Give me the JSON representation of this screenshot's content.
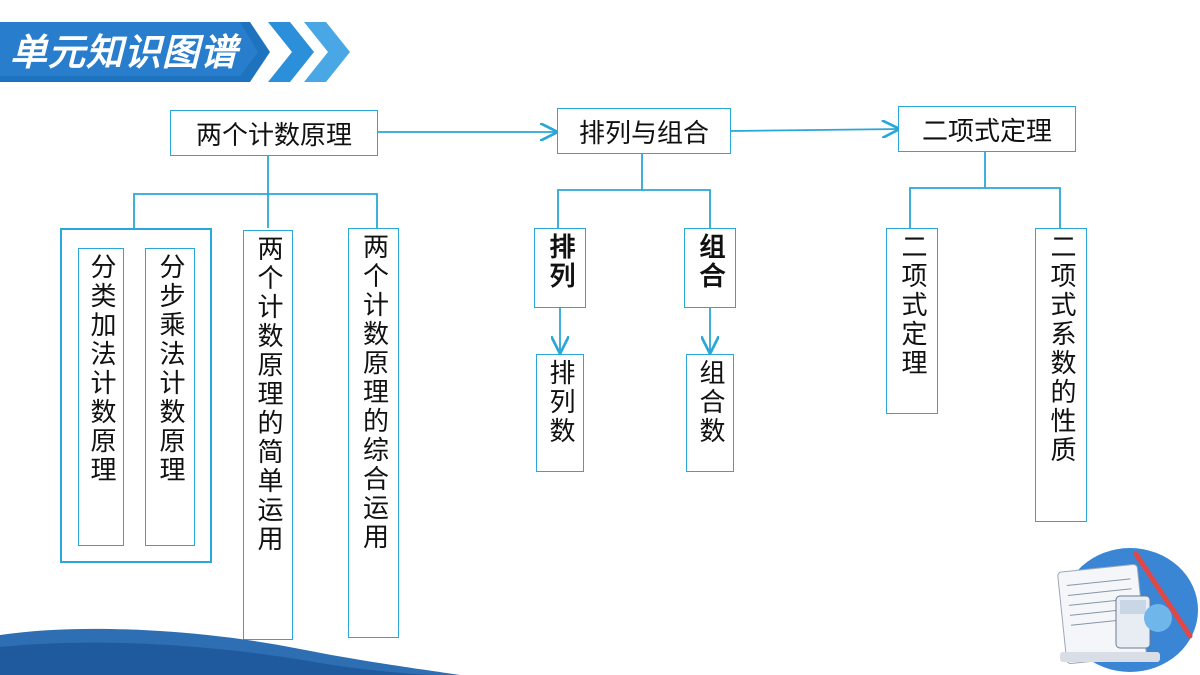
{
  "header": {
    "title": "单元知识图谱"
  },
  "nodes": {
    "root1": "两个计数原理",
    "root2": "排列与组合",
    "root3": "二项式定理",
    "c1a": "分类加法计数原理",
    "c1b": "分步乘法计数原理",
    "c1c": "两个计数原理的简单运用",
    "c1d": "两个计数原理的综合运用",
    "c2a": "排列",
    "c2b": "组合",
    "c2a1": "排列数",
    "c2b1": "组合数",
    "c3a": "二项式定理",
    "c3b": "二项式系数的性质"
  },
  "colors": {
    "accent": "#2aa7d8",
    "banner": "#1e73be",
    "wave": "#2e6fb4"
  }
}
